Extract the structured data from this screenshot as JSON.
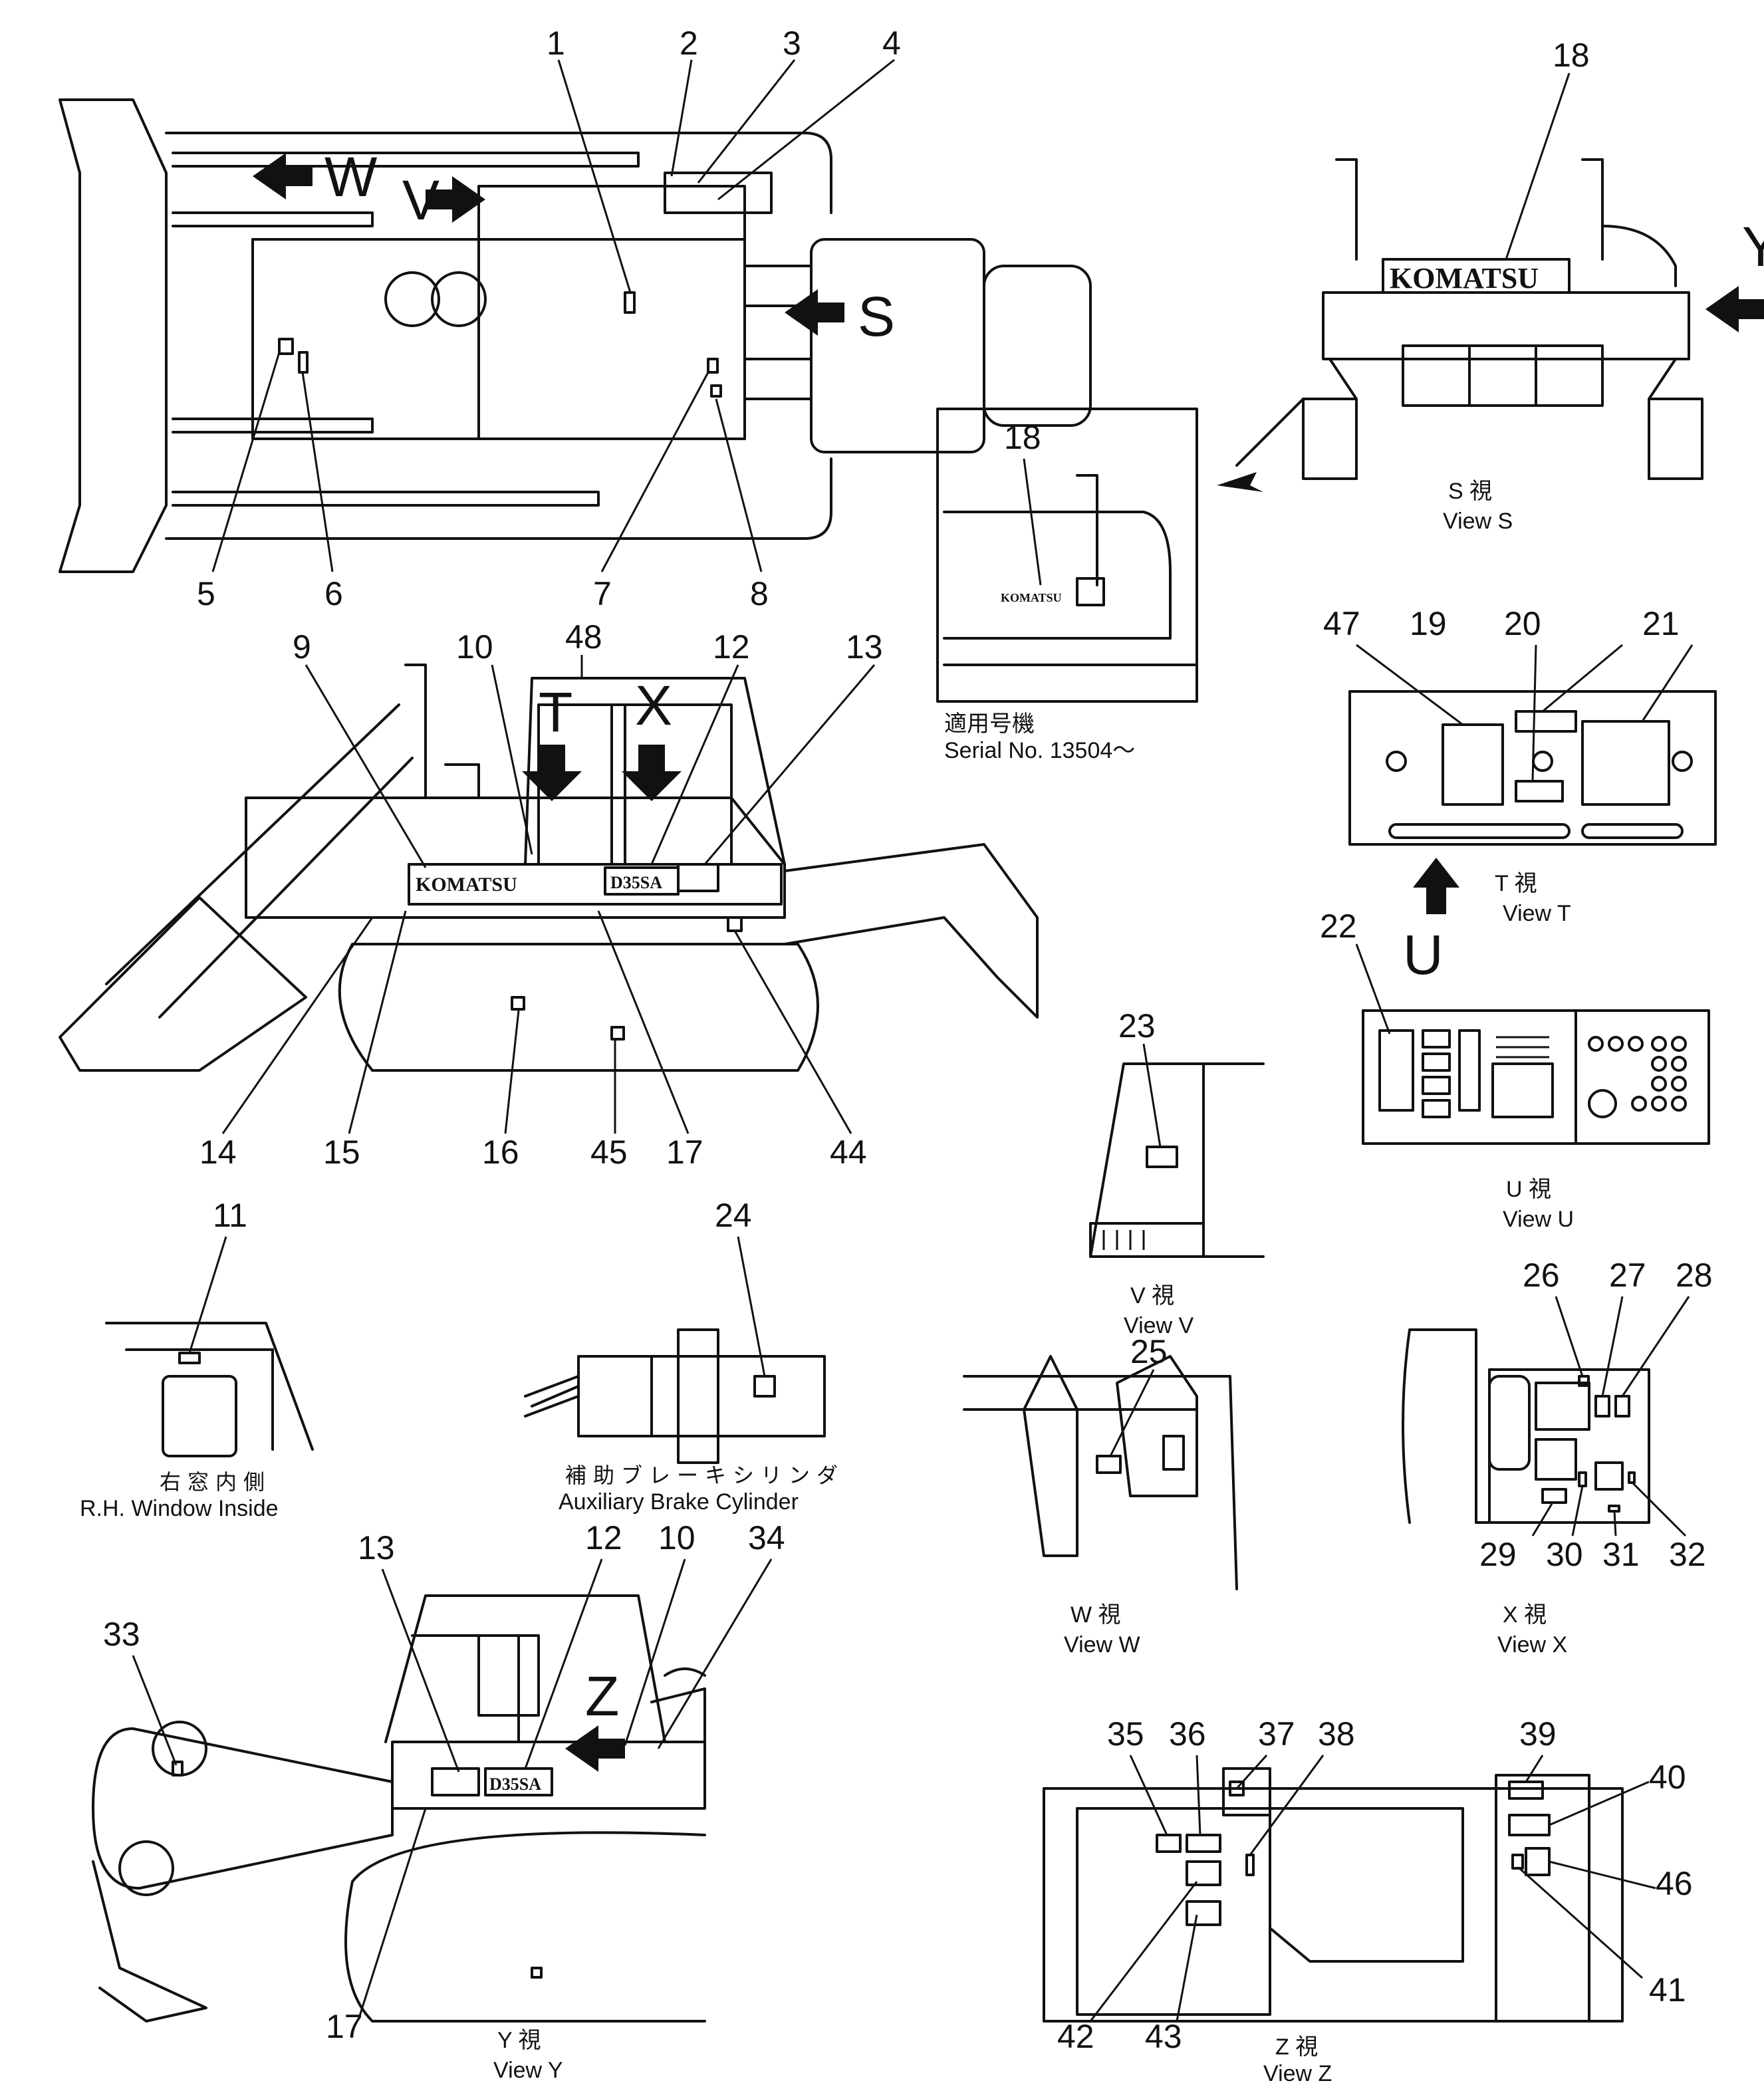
{
  "view_letters": {
    "W": "W",
    "V": "V",
    "S": "S",
    "T": "T",
    "X": "X",
    "U": "U",
    "Y": "Y",
    "Z": "Z"
  },
  "brand": "KOMATSU",
  "model": "D35SA",
  "callouts": [
    "1",
    "2",
    "3",
    "4",
    "5",
    "6",
    "7",
    "8",
    "9",
    "10",
    "11",
    "12",
    "13",
    "14",
    "15",
    "16",
    "17",
    "18",
    "19",
    "20",
    "21",
    "22",
    "23",
    "24",
    "25",
    "26",
    "27",
    "28",
    "29",
    "30",
    "31",
    "32",
    "33",
    "34",
    "35",
    "36",
    "37",
    "38",
    "39",
    "40",
    "41",
    "42",
    "43",
    "44",
    "45",
    "46",
    "47",
    "48"
  ],
  "captions": {
    "view_s_jp": "S 視",
    "view_s_en": "View S",
    "serial_jp": "適用号機",
    "serial_en": "Serial No. 13504～",
    "view_t_jp": "T 視",
    "view_t_en": "View T",
    "view_u_jp": "U 視",
    "view_u_en": "View U",
    "view_v_jp": "V 視",
    "view_v_en": "View V",
    "view_w_jp": "W 視",
    "view_w_en": "View W",
    "view_x_jp": "X 視",
    "view_x_en": "View X",
    "view_y_jp": "Y 視",
    "view_y_en": "View Y",
    "view_z_jp": "Z 視",
    "view_z_en": "View Z",
    "rh_window_jp": "右窓内側",
    "rh_window_en": "R.H. Window Inside",
    "aux_brake_jp": "補助ブレーキシリンダ",
    "aux_brake_en": "Auxiliary Brake Cylinder"
  }
}
